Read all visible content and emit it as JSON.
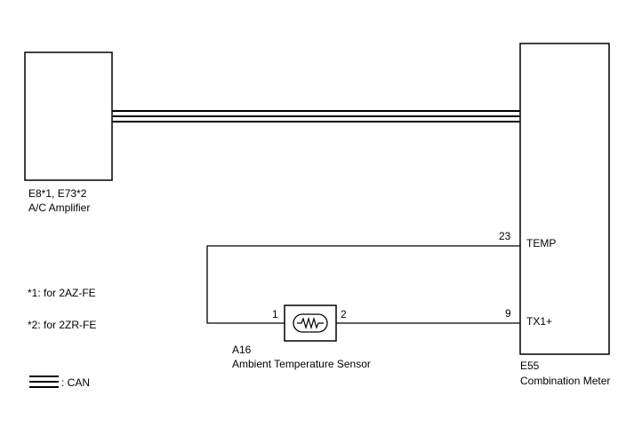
{
  "amplifier": {
    "code": "E8*1, E73*2",
    "name": "A/C Amplifier"
  },
  "meter": {
    "code": "E55",
    "name": "Combination Meter",
    "pins": [
      {
        "number": "23",
        "label": "TEMP"
      },
      {
        "number": "9",
        "label": "TX1+"
      }
    ]
  },
  "sensor": {
    "code": "A16",
    "name": "Ambient Temperature Sensor",
    "pin_left": "1",
    "pin_right": "2"
  },
  "notes": [
    "*1: for 2AZ-FE",
    "*2: for 2ZR-FE"
  ],
  "legend": {
    "can_label": ": CAN"
  }
}
